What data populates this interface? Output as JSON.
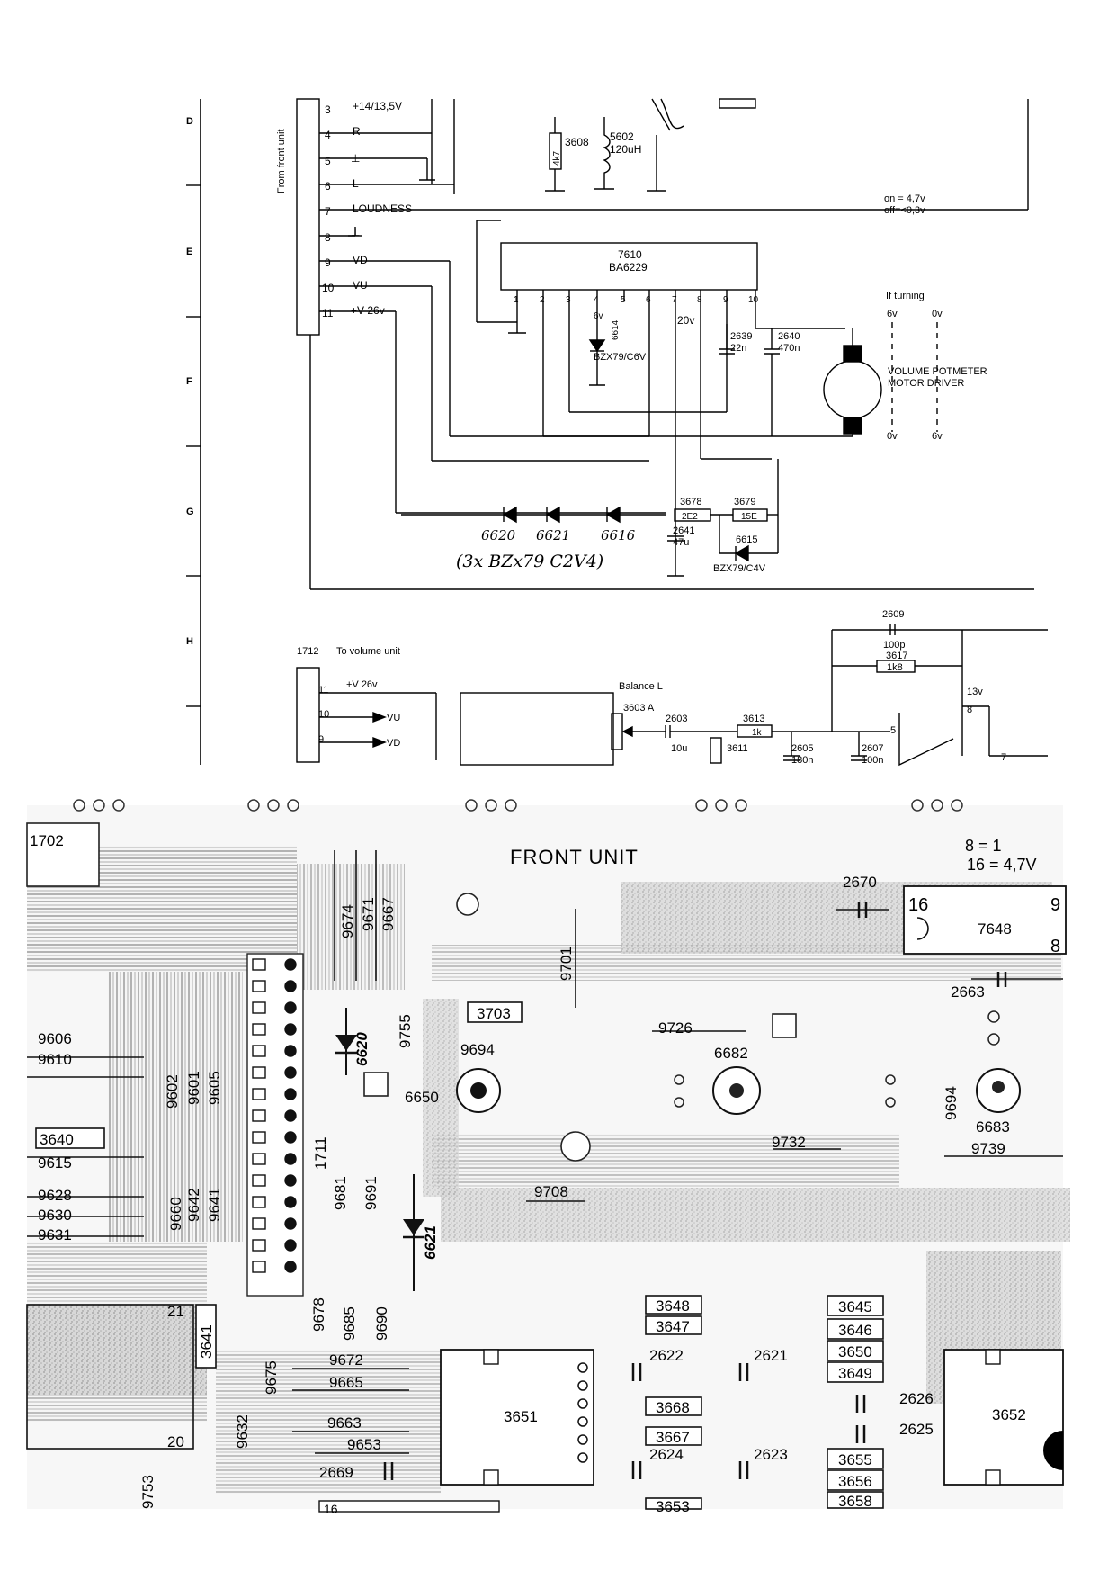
{
  "schematic": {
    "row_markers": [
      "D",
      "E",
      "F",
      "G",
      "H"
    ],
    "from_label": "From front unit",
    "connector_pins": [
      {
        "num": "3",
        "label": "+14/13,5V"
      },
      {
        "num": "4",
        "label": "R"
      },
      {
        "num": "5",
        "label": "⊥"
      },
      {
        "num": "6",
        "label": "L"
      },
      {
        "num": "7",
        "label": "LOUDNESS"
      },
      {
        "num": "8",
        "label": "⊥"
      },
      {
        "num": "9",
        "label": "VD"
      },
      {
        "num": "10",
        "label": "VU"
      },
      {
        "num": "11",
        "label": "+V 26v"
      }
    ],
    "ic_ref": "7610",
    "ic_type": "BA6229",
    "ic_pins": [
      "1",
      "2",
      "3",
      "4",
      "5",
      "6",
      "7",
      "8",
      "9",
      "10"
    ],
    "pin4_voltage": "6v",
    "pin7_voltage": "20v",
    "loudness_status": {
      "on": "on = 4,7v",
      "off": "off=<0,3v"
    },
    "components": {
      "r3608": {
        "ref": "3608",
        "value": "4k7"
      },
      "l5602": {
        "ref": "5602",
        "value": "120uH"
      },
      "z6614": {
        "ref": "6614",
        "value": "BZX79/C6V"
      },
      "c2639": {
        "ref": "2639",
        "value": "22n"
      },
      "c2640": {
        "ref": "2640",
        "value": "470n"
      },
      "r3678": {
        "ref": "3678",
        "value": "2E2"
      },
      "r3679": {
        "ref": "3679",
        "value": "15E"
      },
      "c2641": {
        "ref": "2641",
        "value": "47u"
      },
      "z6615": {
        "ref": "6615",
        "value": "BZX79/C4V"
      },
      "d6620": "6620",
      "d6621": "6621",
      "d6616": "6616",
      "c2609": {
        "ref": "2609",
        "value": "100p"
      },
      "r3617": {
        "ref": "3617",
        "value": "1k8"
      },
      "r3603a": "3603 A",
      "c2603": {
        "ref": "2603",
        "value": "10u"
      },
      "r3613": {
        "ref": "3613",
        "value": "1k"
      },
      "r3611": "3611",
      "c2605": {
        "ref": "2605",
        "value": "180n"
      },
      "c2607": {
        "ref": "2607",
        "value": "100n"
      }
    },
    "diode_note": "(3x BZx79 C2V4)",
    "motor": {
      "if_turning": "If turning",
      "v_top_left": "6v",
      "v_top_right": "0v",
      "v_bot_left": "0v",
      "v_bot_right": "6v",
      "label_line1": "VOLUME POTMETER",
      "label_line2": "MOTOR DRIVER"
    },
    "lower": {
      "connector": "1712",
      "to_label": "To volume unit",
      "pins": [
        {
          "num": "11",
          "label": "+V 26v"
        },
        {
          "num": "10",
          "label": "VU"
        },
        {
          "num": "9",
          "label": "VD"
        }
      ],
      "balance": "Balance L",
      "v13": "13v",
      "pin8": "8",
      "pin5": "5",
      "pin7": "7"
    }
  },
  "pcb": {
    "title": "FRONT UNIT",
    "note_line1": "8 = 1",
    "note_line2": "16 = 4,7V",
    "labels": {
      "l1702": "1702",
      "l9674": "9674",
      "l9671": "9671",
      "l9667": "9667",
      "l2670": "2670",
      "l7648": "7648",
      "l2663": "2663",
      "l9701": "9701",
      "l3703": "3703",
      "l9755": "9755",
      "l6620": "6620",
      "l9694": "9694",
      "l6650": "6650",
      "l9726": "9726",
      "l6682": "6682",
      "l9694b": "9694",
      "l6683": "6683",
      "l9732": "9732",
      "l9739": "9739",
      "l9606": "9606",
      "l9610": "9610",
      "l9602": "9602",
      "l9601": "9601",
      "l9605": "9605",
      "l3640": "3640",
      "l9615": "9615",
      "l9628": "9628",
      "l9630": "9630",
      "l9631": "9631",
      "l9660": "9660",
      "l9642": "9642",
      "l9641": "9641",
      "l1711": "1711",
      "l9681": "9681",
      "l9691": "9691",
      "l6621": "6621",
      "l9708": "9708",
      "l21": "21",
      "l20": "20",
      "l3641": "3641",
      "l9678": "9678",
      "l9685": "9685",
      "l9690": "9690",
      "l9675": "9675",
      "l9672": "9672",
      "l9665": "9665",
      "l9632": "9632",
      "l9663": "9663",
      "l9653": "9653",
      "l2669": "2669",
      "l9753": "9753",
      "l3651": "3651",
      "l3648": "3648",
      "l3647": "3647",
      "l2622": "2622",
      "l2621": "2621",
      "l3668": "3668",
      "l3667": "3667",
      "l2624": "2624",
      "l2623": "2623",
      "l3653": "3653",
      "l3645": "3645",
      "l3646": "3646",
      "l3650": "3650",
      "l3649": "3649",
      "l2626": "2626",
      "l2625": "2625",
      "l3655": "3655",
      "l3656": "3656",
      "l3658": "3658",
      "l3652": "3652",
      "l16": "16",
      "l16b": "16",
      "l9": "9",
      "l8": "8"
    }
  }
}
